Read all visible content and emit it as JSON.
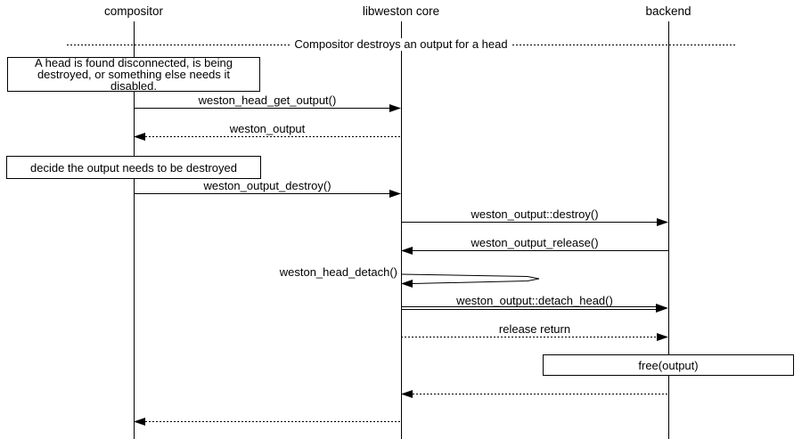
{
  "diagram": {
    "kind": "sequence-diagram",
    "divider_title": "Compositor destroys an output for a head",
    "colors": {
      "line": "#000000",
      "background": "#ffffff",
      "text": "#000000"
    },
    "actors": [
      {
        "name": "compositor"
      },
      {
        "name": "libweston core"
      },
      {
        "name": "backend"
      }
    ],
    "notes": [
      {
        "text": "A head is found disconnected, is being destroyed, or something else needs it disabled.",
        "over": "compositor"
      },
      {
        "text": "decide the output needs to be destroyed",
        "over": "compositor"
      },
      {
        "text": "free(output)",
        "over": "backend"
      }
    ],
    "messages": [
      {
        "label": "weston_head_get_output()",
        "from": "compositor",
        "to": "libweston core",
        "style": "solid"
      },
      {
        "label": "weston_output",
        "from": "libweston core",
        "to": "compositor",
        "style": "dotted"
      },
      {
        "label": "weston_output_destroy()",
        "from": "compositor",
        "to": "libweston core",
        "style": "solid"
      },
      {
        "label": "weston_output::destroy()",
        "from": "libweston core",
        "to": "backend",
        "style": "solid"
      },
      {
        "label": "weston_output_release()",
        "from": "backend",
        "to": "libweston core",
        "style": "solid"
      },
      {
        "label": "weston_head_detach()",
        "from": "libweston core",
        "to": "libweston core",
        "style": "self"
      },
      {
        "label": "weston_output::detach_head()",
        "from": "libweston core",
        "to": "backend",
        "style": "double"
      },
      {
        "label": "release return",
        "from": "libweston core",
        "to": "backend",
        "style": "dotted"
      },
      {
        "label": "",
        "from": "backend",
        "to": "libweston core",
        "style": "dotted"
      },
      {
        "label": "",
        "from": "libweston core",
        "to": "compositor",
        "style": "dotted"
      }
    ]
  }
}
